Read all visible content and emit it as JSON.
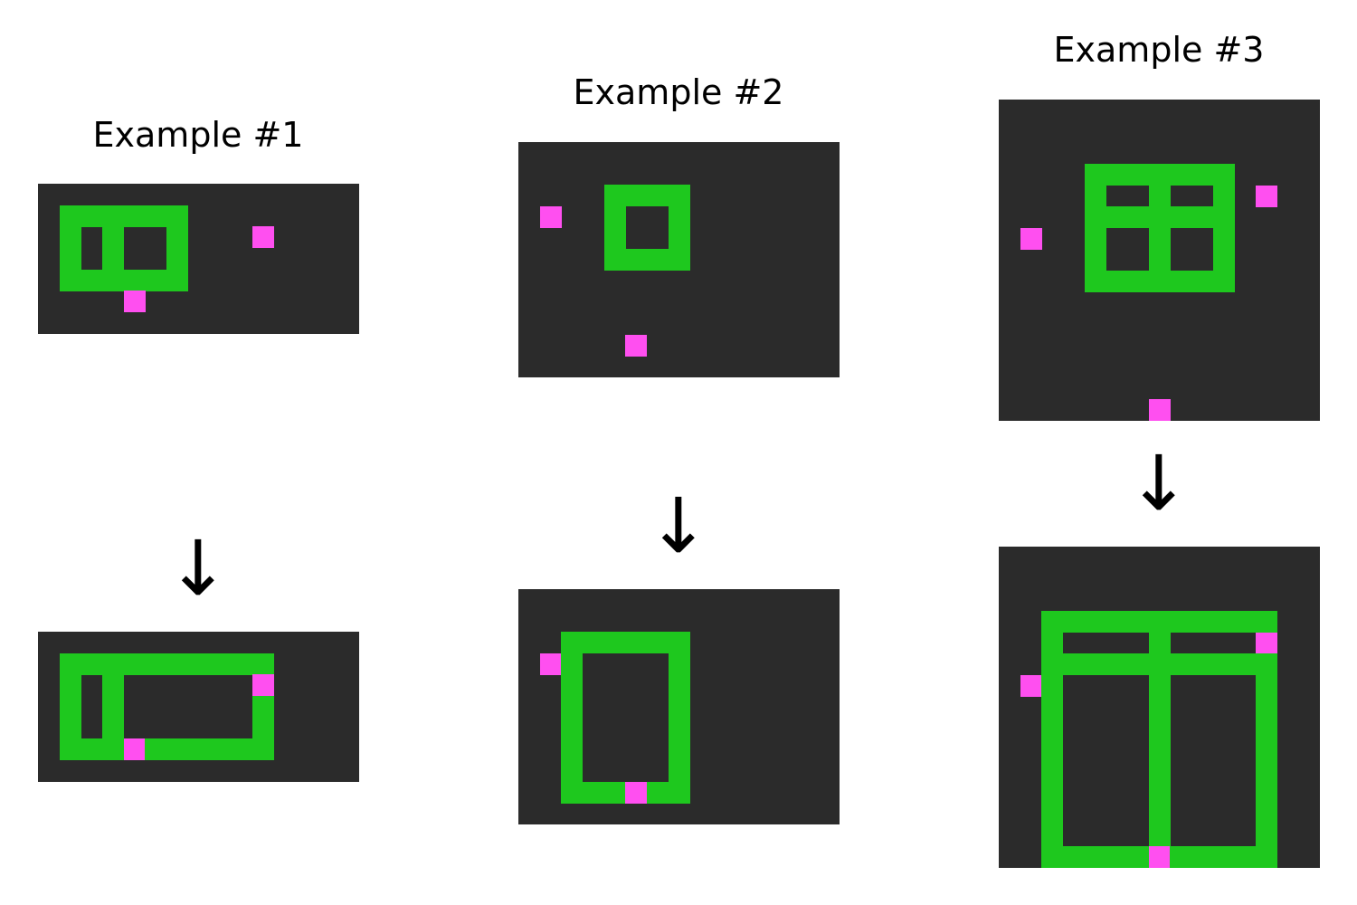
{
  "colors": {
    "background": "#2b2b2b",
    "green": "#1ec81e",
    "magenta": "#ff4ff0"
  },
  "arrow_glyph": "↓",
  "examples": [
    {
      "title": "Example #1",
      "input": {
        "rows": 7,
        "cols": 15,
        "pink": [
          [
            2,
            10
          ],
          [
            5,
            4
          ]
        ],
        "green_rects": [
          [
            1,
            1,
            4,
            6
          ]
        ],
        "green_lines": [
          {
            "col": 3,
            "row_from": 1,
            "row_to": 4
          }
        ]
      },
      "output": {
        "rows": 7,
        "cols": 15,
        "pink": [
          [
            2,
            10
          ],
          [
            5,
            4
          ]
        ],
        "green_rects": [
          [
            1,
            1,
            5,
            10
          ]
        ],
        "green_lines": [
          {
            "col": 3,
            "row_from": 1,
            "row_to": 5
          }
        ]
      }
    },
    {
      "title": "Example #2",
      "input": {
        "rows": 11,
        "cols": 15,
        "pink": [
          [
            3,
            1
          ],
          [
            9,
            5
          ]
        ],
        "green_rects": [
          [
            2,
            4,
            5,
            7
          ]
        ],
        "green_lines": []
      },
      "output": {
        "rows": 11,
        "cols": 15,
        "pink": [
          [
            3,
            1
          ],
          [
            9,
            5
          ]
        ],
        "green_rects": [
          [
            2,
            2,
            9,
            7
          ]
        ],
        "green_lines": []
      }
    },
    {
      "title": "Example #3",
      "input": {
        "rows": 15,
        "cols": 15,
        "pink": [
          [
            4,
            12
          ],
          [
            6,
            1
          ],
          [
            14,
            7
          ]
        ],
        "green_rects": [
          [
            3,
            4,
            8,
            10
          ]
        ],
        "green_lines": [
          {
            "col": 7,
            "row_from": 3,
            "row_to": 8
          },
          {
            "row": 5,
            "col_from": 4,
            "col_to": 10
          }
        ]
      },
      "output": {
        "rows": 15,
        "cols": 15,
        "pink": [
          [
            4,
            12
          ],
          [
            6,
            1
          ],
          [
            14,
            7
          ]
        ],
        "green_rects": [
          [
            3,
            2,
            14,
            12
          ]
        ],
        "green_lines": [
          {
            "col": 7,
            "row_from": 3,
            "row_to": 14
          },
          {
            "row": 5,
            "col_from": 2,
            "col_to": 12
          }
        ]
      }
    }
  ]
}
